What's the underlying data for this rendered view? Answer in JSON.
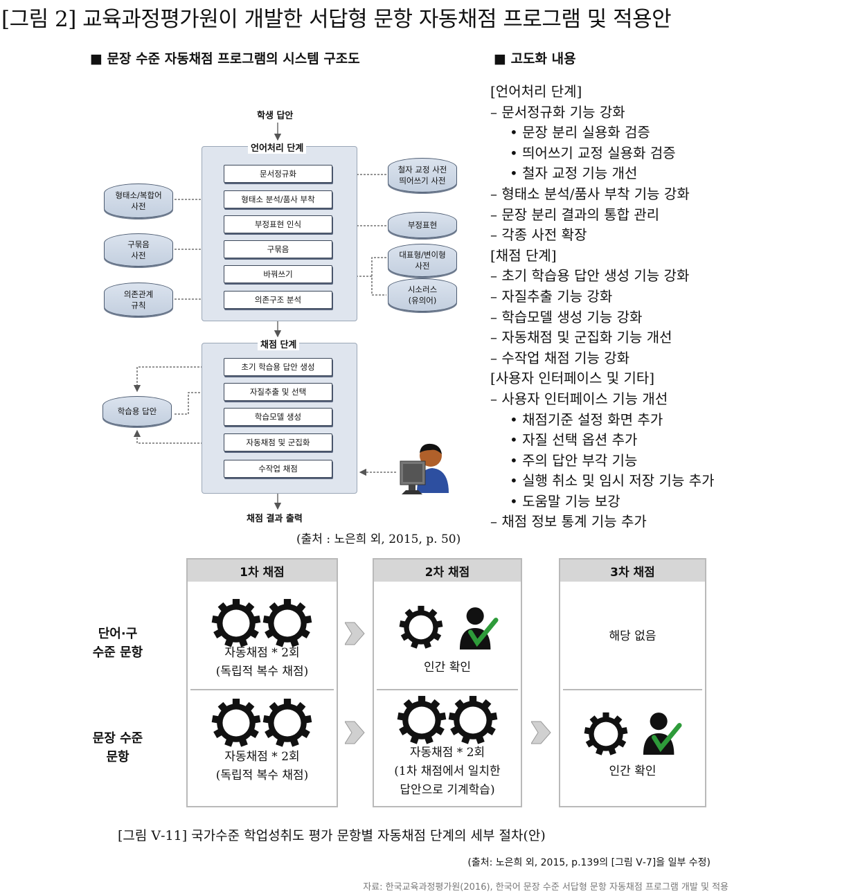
{
  "title": "[그림 2] 교육과정평가원이 개발한 서답형 문항 자동채점 프로그램 및 적용안",
  "left_header": "■ 문장 수준 자동채점 프로그램의 시스템 구조도",
  "right_header": "■ 고도화 내용",
  "diagram": {
    "input": "학생 답안",
    "stage1": {
      "label": "언어처리 단계",
      "steps": [
        "문서정규화",
        "형태소 분석/품사 부착",
        "부정표현 인식",
        "구묶음",
        "바꿔쓰기",
        "의존구조 분석"
      ]
    },
    "left_dbs": [
      [
        "형태소/복합어",
        "사전"
      ],
      [
        "구묶음",
        "사전"
      ],
      [
        "의존관계",
        "규칙"
      ]
    ],
    "right_dbs": [
      [
        "철자 교정 사전",
        "띄어쓰기 사전"
      ],
      [
        "부정표현"
      ],
      [
        "대표형/변이형",
        "사전"
      ],
      [
        "시소러스",
        "(유의어)"
      ]
    ],
    "stage2": {
      "label": "채점 단계",
      "steps": [
        "초기 학습용 답안 생성",
        "자질추출 및 선택",
        "학습모델 생성",
        "자동채점 및 군집화",
        "수작업 채점"
      ]
    },
    "train_db": "학습용 답안",
    "output": "채점 결과 출력",
    "source": "(출처 : 노은희 외, 2015, p. 50)"
  },
  "improvements": [
    {
      "level": 1,
      "text": "[언어처리 단계]"
    },
    {
      "level": 2,
      "text": "– 문서정규화 기능 강화"
    },
    {
      "level": 3,
      "text": "• 문장 분리 실용화 검증"
    },
    {
      "level": 3,
      "text": "• 띄어쓰기 교정 실용화 검증"
    },
    {
      "level": 3,
      "text": "• 철자 교정 기능 개선"
    },
    {
      "level": 2,
      "text": "– 형태소 분석/품사 부착 기능 강화"
    },
    {
      "level": 2,
      "text": "– 문장 분리 결과의 통합 관리"
    },
    {
      "level": 2,
      "text": "– 각종 사전 확장"
    },
    {
      "level": 1,
      "text": "[채점 단계]"
    },
    {
      "level": 2,
      "text": "– 초기 학습용 답안 생성 기능 강화"
    },
    {
      "level": 2,
      "text": "– 자질추출 기능 강화"
    },
    {
      "level": 2,
      "text": "– 학습모델 생성 기능 강화"
    },
    {
      "level": 2,
      "text": "– 자동채점 및 군집화 기능 개선"
    },
    {
      "level": 2,
      "text": "– 수작업 채점 기능 강화"
    },
    {
      "level": 1,
      "text": "[사용자 인터페이스 및 기타]"
    },
    {
      "level": 2,
      "text": "– 사용자 인터페이스 기능 개선"
    },
    {
      "level": 3,
      "text": "• 채점기준 설정 화면 추가"
    },
    {
      "level": 3,
      "text": "• 자질 선택 옵션 추가"
    },
    {
      "level": 3,
      "text": "• 주의 답안 부각 기능"
    },
    {
      "level": 3,
      "text": "• 실행 취소 및 임시 저장 기능 추가"
    },
    {
      "level": 3,
      "text": "• 도움말 기능 보강"
    },
    {
      "level": 2,
      "text": "– 채점 정보 통계 기능 추가"
    }
  ],
  "procedure": {
    "columns": [
      "1차 채점",
      "2차 채점",
      "3차 채점"
    ],
    "rows": [
      {
        "label": [
          "단어·구",
          "수준 문항"
        ],
        "cells": [
          [
            "자동채점 * 2회",
            "(독립적 복수 채점)"
          ],
          [
            "인간 확인"
          ],
          [
            "해당 없음"
          ]
        ]
      },
      {
        "label": [
          "문장 수준",
          "문항"
        ],
        "cells": [
          [
            "자동채점 * 2회",
            "(독립적 복수 채점)"
          ],
          [
            "자동채점 * 2회",
            "(1차 채점에서 일치한",
            "답안으로 기계학습)"
          ],
          [
            "인간 확인"
          ]
        ]
      }
    ],
    "caption": "[그림 Ⅴ-11] 국가수준 학업성취도 평가 문항별 자동채점 단계의 세부 절차(안)",
    "source": "(출처: 노은희 외, 2015, p.139의 [그림 Ⅴ-7]을 일부 수정)"
  },
  "footer": "자료: 한국교육과정평가원(2016), 한국어 문장 수준 서답형 문항 자동채점 프로그램 개발 및 적용"
}
